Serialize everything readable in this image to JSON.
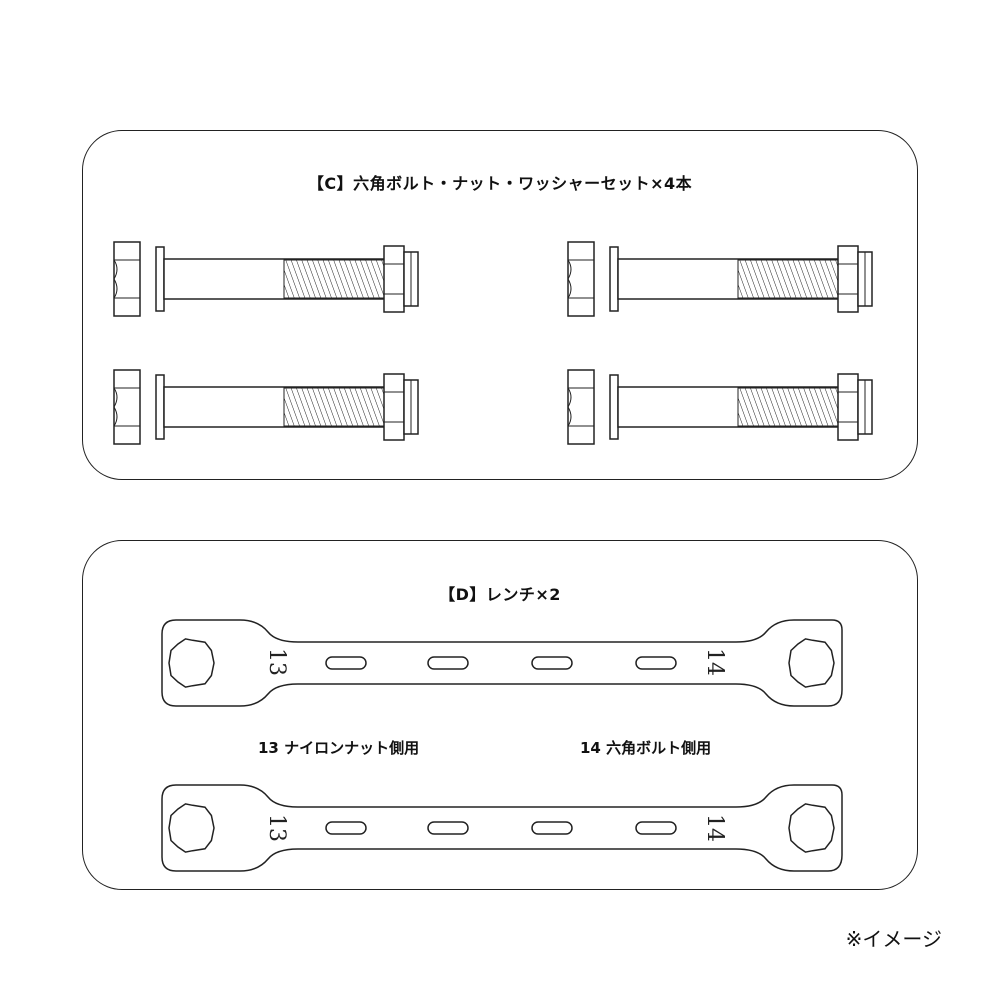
{
  "panel_c": {
    "title": "【C】六角ボルト・ナット・ワッシャーセット×4本"
  },
  "panel_d": {
    "title": "【D】レンチ×2",
    "wrench_left_size": "13",
    "wrench_right_size": "14",
    "caption_left": "13 ナイロンナット側用",
    "caption_right": "14 六角ボルト側用"
  },
  "note": "※イメージ",
  "colors": {
    "line": "#222222",
    "background": "#ffffff"
  },
  "icons": [
    "hex-bolt-icon",
    "wrench-icon"
  ]
}
